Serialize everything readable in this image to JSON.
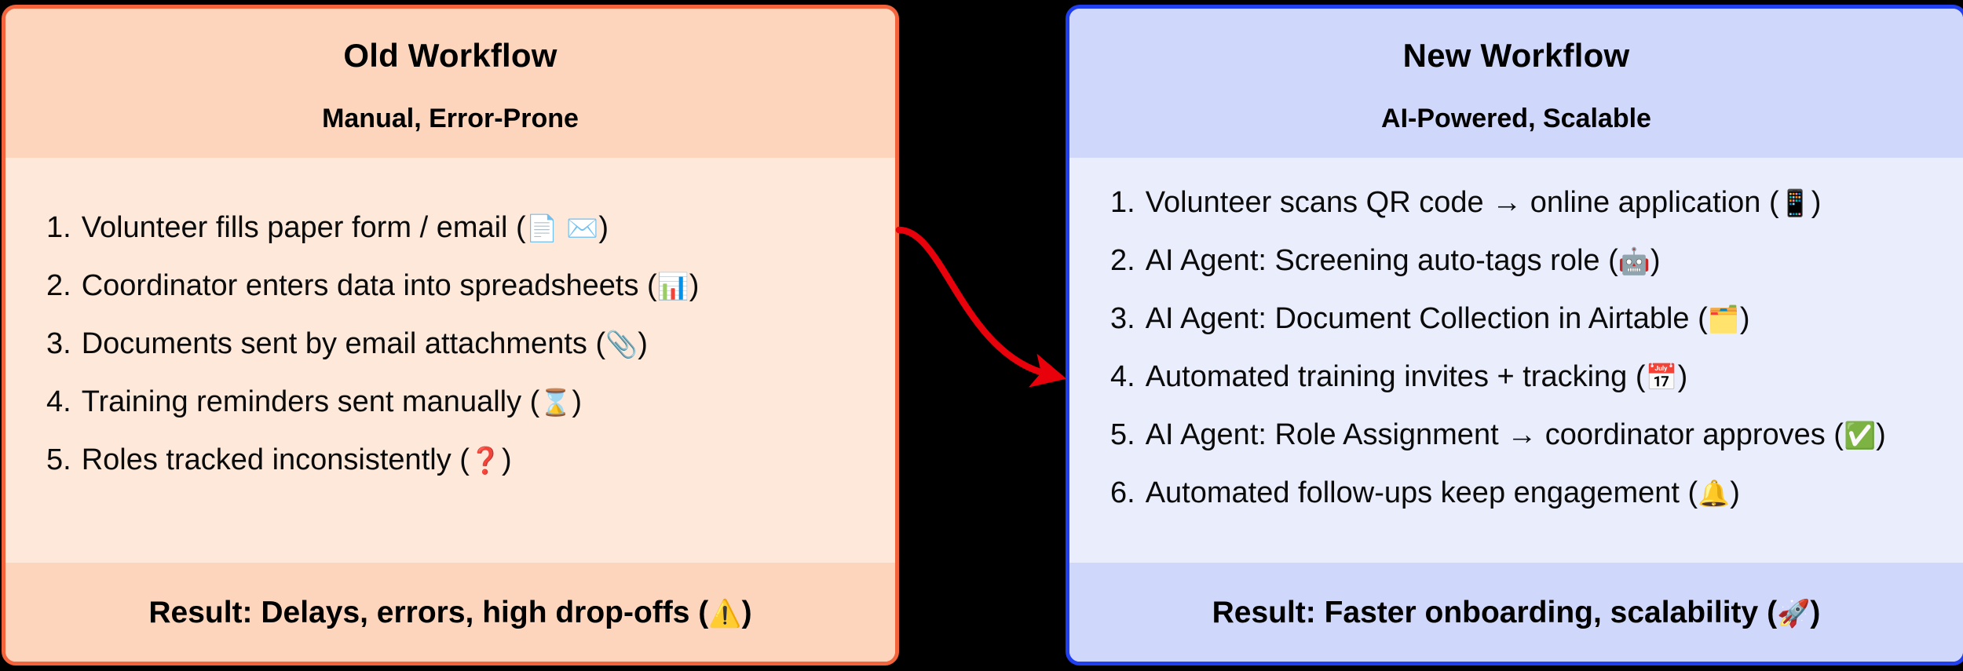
{
  "diagram": {
    "background_color": "#000000",
    "arrow": {
      "name": "transition-arrow",
      "color": "#E8000B",
      "direction": "left-to-right",
      "from_panel": "Old Workflow",
      "to_panel": "New Workflow"
    }
  },
  "old_panel": {
    "title": "Old Workflow",
    "subtitle": "Manual, Error-Prone",
    "border_color": "#F4643C",
    "header_color": "#FCD5BC",
    "body_color": "#FDE8DA",
    "steps": [
      {
        "num": "1.",
        "text": "Volunteer fills paper form / email (",
        "emoji": "📄 ✉️",
        "emoji_name": "page-and-envelope-emoji",
        "tail": ")"
      },
      {
        "num": "2.",
        "text": "Coordinator enters data into spreadsheets (",
        "emoji": "📊",
        "emoji_name": "bar-chart-emoji",
        "tail": ")"
      },
      {
        "num": "3.",
        "text": "Documents sent by email attachments (",
        "emoji": "📎",
        "emoji_name": "paperclip-emoji",
        "tail": ")"
      },
      {
        "num": "4.",
        "text": "Training reminders sent manually (",
        "emoji": "⌛",
        "emoji_name": "hourglass-emoji",
        "tail": ")"
      },
      {
        "num": "5.",
        "text": "Roles tracked inconsistently (",
        "emoji": "❓",
        "emoji_name": "question-mark-emoji",
        "tail": ")"
      }
    ],
    "result": {
      "text": "Result: Delays, errors, high drop-offs (",
      "emoji": "⚠️",
      "emoji_name": "warning-emoji",
      "tail": ")"
    }
  },
  "new_panel": {
    "title": "New Workflow",
    "subtitle": "AI-Powered, Scalable",
    "border_color": "#2040F0",
    "header_color": "#CFD7FA",
    "body_color": "#EAEEFC",
    "steps": [
      {
        "num": "1.",
        "text": "Volunteer scans QR code → online application (",
        "emoji": "📱",
        "emoji_name": "mobile-phone-emoji",
        "tail": ")"
      },
      {
        "num": "2.",
        "text": "AI Agent: Screening auto-tags role (",
        "emoji": "🤖",
        "emoji_name": "robot-emoji",
        "tail": ")"
      },
      {
        "num": "3.",
        "text": "AI Agent: Document Collection in Airtable (",
        "emoji": "🗂️",
        "emoji_name": "card-index-dividers-emoji",
        "tail": ")"
      },
      {
        "num": "4.",
        "text": "Automated training invites + tracking (",
        "emoji": "📅",
        "emoji_name": "calendar-emoji",
        "tail": ")"
      },
      {
        "num": "5.",
        "text": "AI Agent: Role Assignment → coordinator approves (",
        "emoji": "✅",
        "emoji_name": "check-mark-button-emoji",
        "tail": ")"
      },
      {
        "num": "6.",
        "text": "Automated follow-ups keep engagement (",
        "emoji": "🔔",
        "emoji_name": "bell-emoji",
        "tail": ")"
      }
    ],
    "result": {
      "text": "Result: Faster onboarding, scalability (",
      "emoji": "🚀",
      "emoji_name": "rocket-emoji",
      "tail": ")"
    }
  }
}
